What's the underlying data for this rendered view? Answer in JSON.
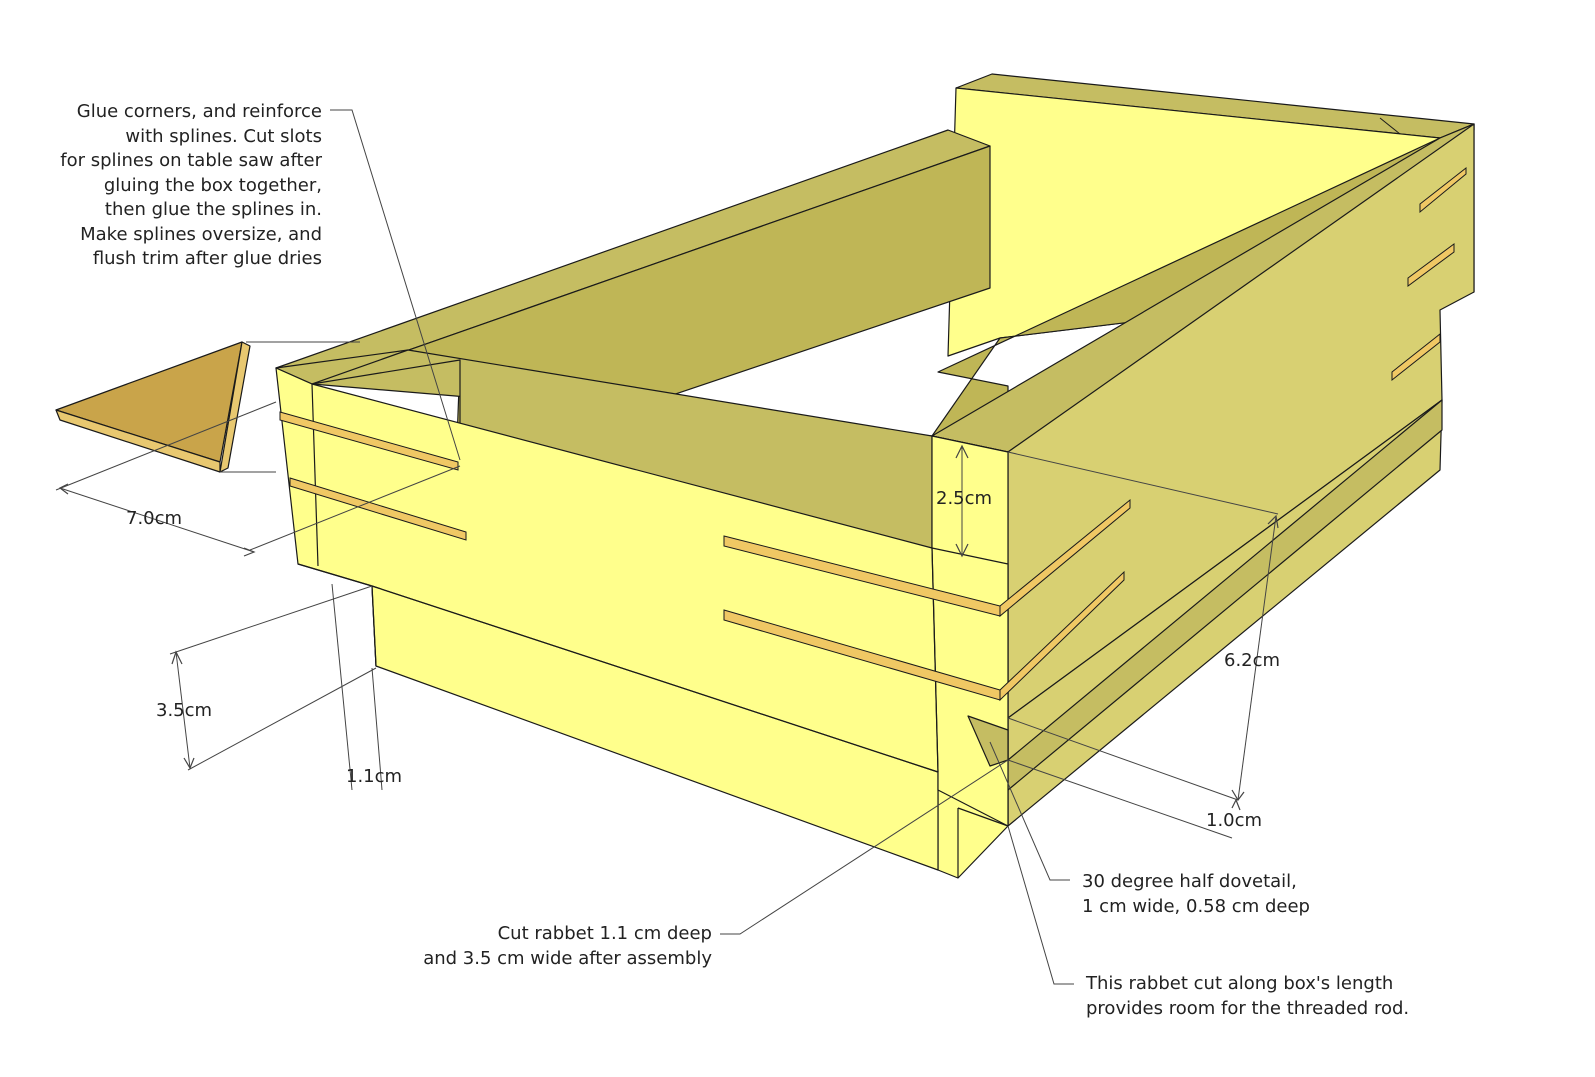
{
  "annotations": {
    "glue_corners": [
      "Glue corners, and reinforce",
      "with splines.  Cut slots",
      "for splines on table saw after",
      "gluing the box together,",
      "then glue the splines in.",
      "Make splines oversize, and",
      "flush trim after glue dries"
    ],
    "rabbet_cut": [
      "Cut rabbet 1.1 cm deep",
      "and 3.5 cm wide after assembly"
    ],
    "half_dovetail": [
      "30 degree half dovetail,",
      "1 cm wide, 0.58 cm deep"
    ],
    "threaded_rod": [
      "This rabbet cut along box's length",
      "provides room for the threaded rod."
    ]
  },
  "dimensions": {
    "spline_length": "7.0cm",
    "rabbet_width": "3.5cm",
    "rabbet_depth": "1.1cm",
    "side_top_height": "2.5cm",
    "box_height": "6.2cm",
    "dovetail_width": "1.0cm"
  },
  "colors": {
    "face_light": "#ffff8c",
    "face_top": "#c5bd62",
    "face_side": "#d8d072",
    "face_dark": "#bfb656",
    "spline_slot": "#f0c864",
    "spline_piece": "#c9a44a",
    "spline_piece_edge": "#e8c870",
    "outline": "#1a1a1a",
    "leader": "#555555"
  }
}
